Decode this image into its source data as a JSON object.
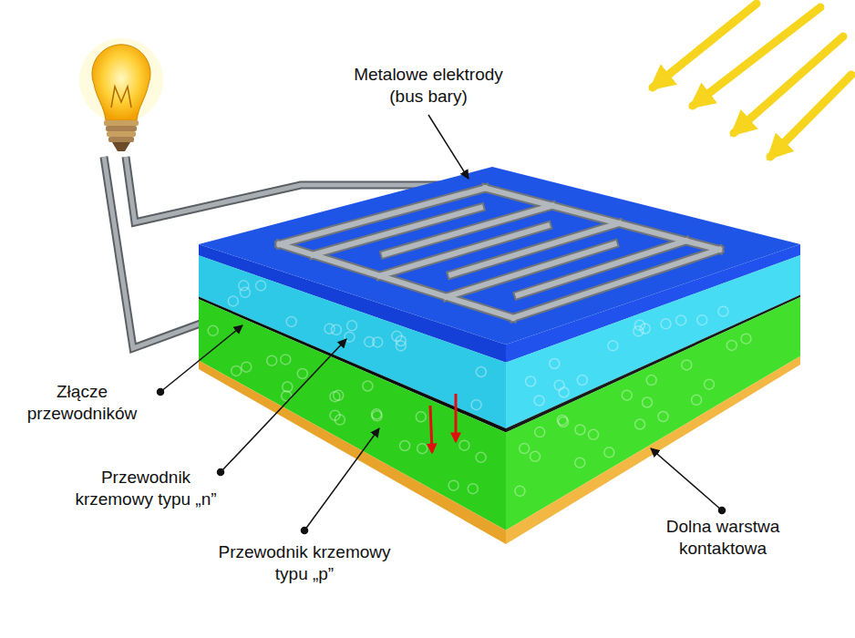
{
  "diagram": {
    "labels": [
      "Metalowe elektrody (bus bary)",
      "Złącze przewodników",
      "Przewodnik krzemowy typu „n”",
      "Przewodnik krzemowy typu „p”",
      "Dolna warstwa kontaktowa"
    ]
  }
}
